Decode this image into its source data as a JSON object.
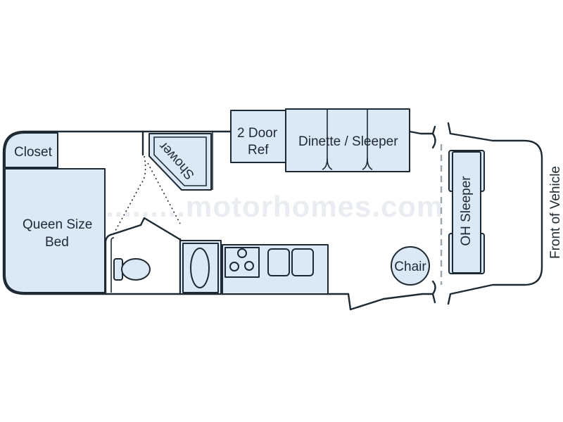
{
  "floorplan": {
    "watermark": ".........motorhomes.com",
    "labels": {
      "closet": "Closet",
      "queen_bed_line1": "Queen Size",
      "queen_bed_line2": "Bed",
      "shower": "Shower",
      "refrigerator_line1": "2 Door",
      "refrigerator_line2": "Ref",
      "dinette": "Dinette / Sleeper",
      "chair": "Chair",
      "oh_sleeper": "OH Sleeper",
      "front": "Front of Vehicle"
    },
    "colors": {
      "fixture_fill": "#dbe8f5",
      "line": "#1e2a33"
    }
  }
}
